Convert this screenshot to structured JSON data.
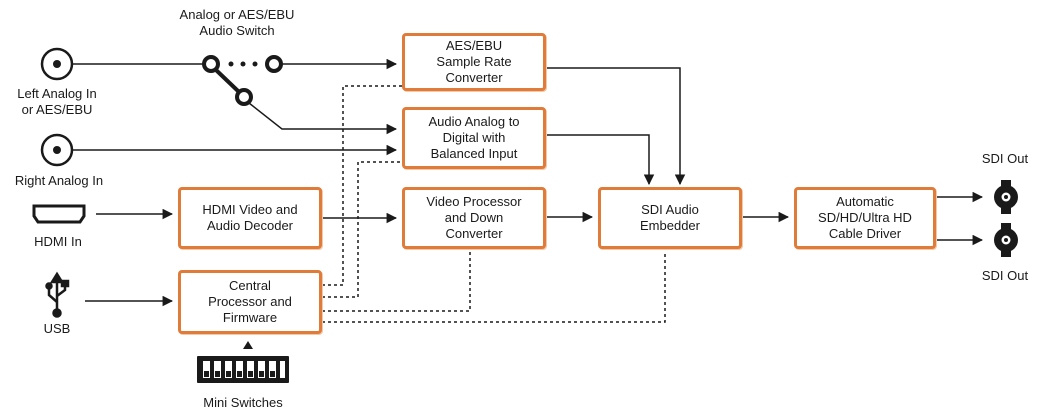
{
  "labels": {
    "audio_switch": "Analog or AES/EBU\nAudio Switch",
    "left_in": "Left Analog In\nor AES/EBU",
    "right_in": "Right Analog In",
    "hdmi_in": "HDMI In",
    "usb": "USB",
    "mini_switches": "Mini Switches",
    "sdi_out_top": "SDI Out",
    "sdi_out_bottom": "SDI Out"
  },
  "boxes": {
    "aes_converter": "AES/EBU\nSample Rate\nConverter",
    "analog_digital": "Audio Analog to\nDigital with\nBalanced Input",
    "hdmi_decoder": "HDMI Video and\nAudio Decoder",
    "video_processor": "Video Processor\nand Down\nConverter",
    "sdi_embedder": "SDI Audio\nEmbedder",
    "cable_driver": "Automatic\nSD/HD/Ultra HD\nCable Driver",
    "central_processor": "Central\nProcessor and\nFirmware"
  },
  "colors": {
    "box_border": "#e07b39",
    "line": "#1a1a1a"
  },
  "icons": [
    "bnc-connector-icon",
    "hdmi-port-icon",
    "usb-icon",
    "dip-switch-icon",
    "sdi-connector-icon"
  ]
}
